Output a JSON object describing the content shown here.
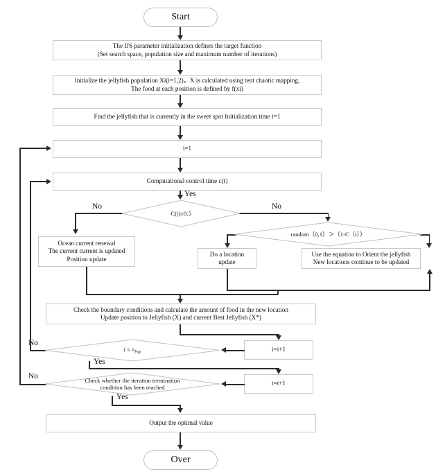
{
  "diagram": {
    "title": "IJS algorithm flowchart",
    "type": "flowchart",
    "line_color": "#2b2b2b",
    "box_border_color": "#c9c9c9",
    "background": "#ffffff"
  },
  "nodes": {
    "start": "Start",
    "init_params_l1": "The IJS parameter initialization defines the target function",
    "init_params_l2": "(Set search space, population size and maximum number of iterations)",
    "init_pop_l1": "Initialize the jellyfish population Xi(i=1,2)，X is calculated using tent chaotic mapping,",
    "init_pop_l2": "The food at each position is defined by f(xi)",
    "find_best": "Find the jellyfish that is currently in the sweet spot      Initialization time t=1",
    "i_eq_1": "i=1",
    "control_time": "Computational control time c(t)",
    "decision_ct": "C(t)≥0.5",
    "decision_random": "random（0,1）＞（1-C（t））",
    "ocean_l1": "Ocean current renewal",
    "ocean_l2": "The current current is updated",
    "ocean_l3": "Position update",
    "do_location_l1": "Do a location",
    "do_location_l2": "update",
    "orient_l1": "Use the equation to Orient the jellyfish",
    "orient_l2": "New locations continue to be updated",
    "boundary_l1": "Check the boundary conditions and calculate the amount of food in the new location",
    "boundary_l2": "Update position to Jellyfish (X) and current Best Jellyfish (X*)",
    "decision_ipop_a": "i",
    "decision_ipop_b": "≤",
    "decision_ipop_c": "n",
    "decision_ipop_d": "Pop",
    "i_increment": "i=i+1",
    "decision_term_l1": "Check whether the iteration termination",
    "decision_term_l2": "condition has been reached",
    "t_increment": "t=t+1",
    "output": "Output the optimal value",
    "over": "Over"
  },
  "edge_labels": {
    "yes_control": "Yes",
    "no_ct_left": "No",
    "no_ct_right": "No",
    "no_ipop": "No",
    "yes_ipop": "Yes",
    "no_term": "No",
    "yes_term": "Yes"
  }
}
